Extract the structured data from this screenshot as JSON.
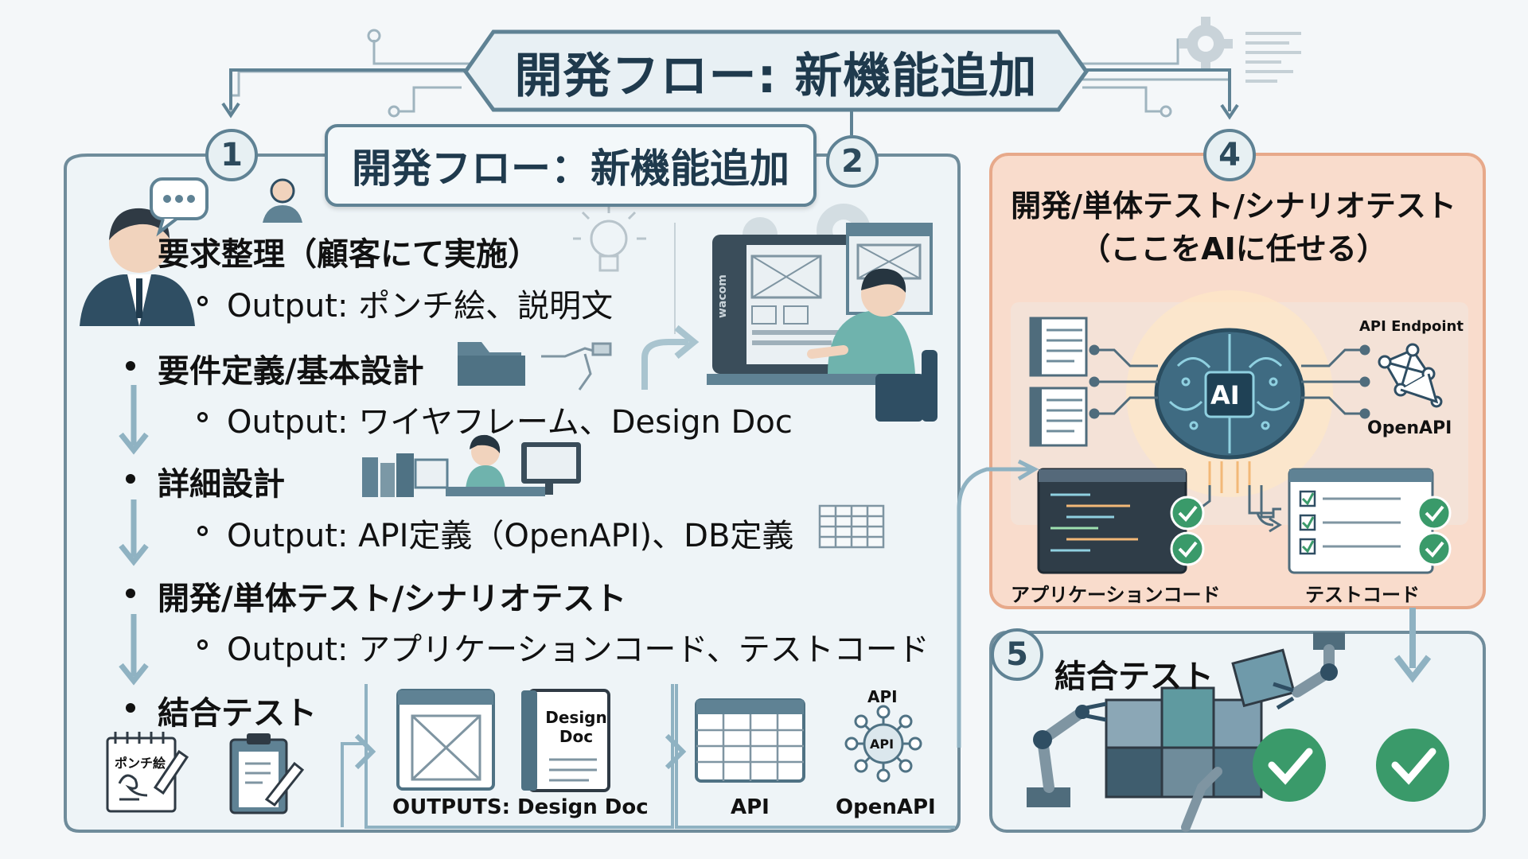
{
  "title": "開発フロー: 新機能追加",
  "subtitle": "開発フロー：新機能追加",
  "step_numbers": [
    "1",
    "2",
    "4",
    "5"
  ],
  "steps": [
    {
      "label": "要求整理（顧客にて実施）",
      "output": "Output: ポンチ絵、説明文"
    },
    {
      "label": "要件定義/基本設計",
      "output": "Output: ワイヤフレーム、Design Doc"
    },
    {
      "label": "詳細設計",
      "output": "Output: API定義（OpenAPI)、DB定義"
    },
    {
      "label": "開発/単体テスト/シナリオテスト",
      "output": "Output: アプリケーションコード、テストコード"
    },
    {
      "label": "結合テスト"
    }
  ],
  "icons": {
    "sketch_note": "ポンチ絵",
    "design_doc": "Design\nDoc",
    "outputs": "OUTPUTS: Design Doc",
    "api": "API",
    "openapi": "OpenAPI",
    "api_top": "API",
    "api_center": "API",
    "monitor_brand": "wacom"
  },
  "ai_section": {
    "title_line1": "開発/単体テスト/シナリオテスト",
    "title_line2": "（ここをAIに任せる）",
    "ai_chip": "AI",
    "api_endpoint": "API Endpoint",
    "openapi": "OpenAPI",
    "app_code": "アプリケーションコード",
    "test_code": "テストコード"
  },
  "integration_section": {
    "title": "結合テスト"
  },
  "colors": {
    "primary": "#5f8294",
    "ai_panel": "#f9dccc",
    "ai_border": "#e7a98a",
    "check": "#3a9a6a",
    "dark_code": "#2f3d48"
  }
}
